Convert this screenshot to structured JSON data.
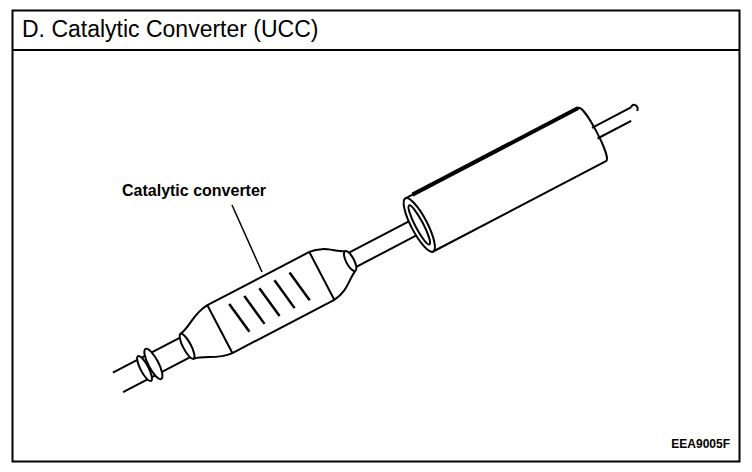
{
  "diagram": {
    "title": "D. Catalytic Converter (UCC)",
    "labels": [
      "Catalytic converter",
      "EEA9005F"
    ]
  }
}
